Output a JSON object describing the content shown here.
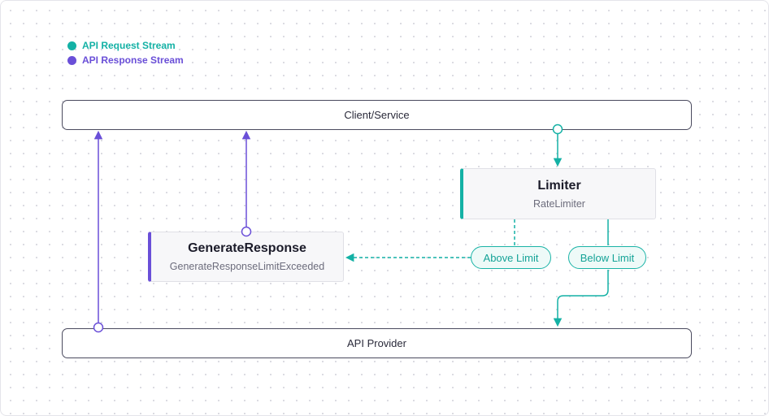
{
  "legend": {
    "items": [
      {
        "label": "API Request Stream",
        "color": "#14b1a5"
      },
      {
        "label": "API Response Stream",
        "color": "#6a4fd8"
      }
    ]
  },
  "nodes": {
    "client": {
      "label": "Client/Service"
    },
    "provider": {
      "label": "API Provider"
    },
    "limiter": {
      "title": "Limiter",
      "subtitle": "RateLimiter"
    },
    "generate": {
      "title": "GenerateResponse",
      "subtitle": "GenerateResponseLimitExceeded"
    }
  },
  "conditions": {
    "above": "Above Limit",
    "below": "Below Limit"
  },
  "colors": {
    "request": "#14b1a5",
    "response": "#6a4fd8"
  }
}
